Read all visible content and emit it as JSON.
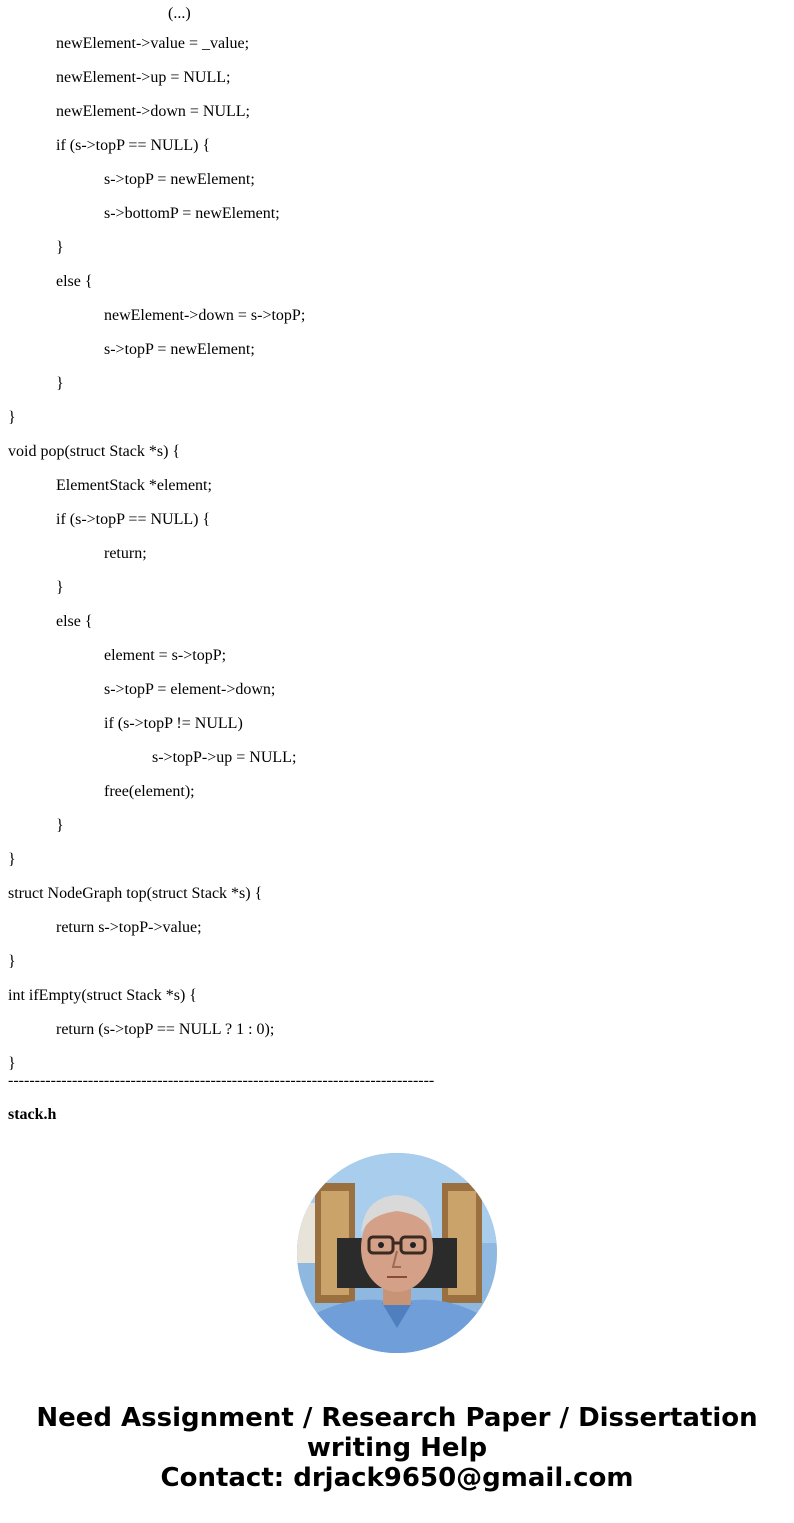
{
  "code": {
    "partial_line": "(...)",
    "lines": [
      {
        "indent": 1,
        "text": "newElement->value = _value;"
      },
      {
        "indent": 1,
        "text": "newElement->up = NULL;"
      },
      {
        "indent": 1,
        "text": "newElement->down = NULL;"
      },
      {
        "indent": 1,
        "text": "if (s->topP == NULL) {"
      },
      {
        "indent": 2,
        "text": "s->topP = newElement;"
      },
      {
        "indent": 2,
        "text": "s->bottomP = newElement;"
      },
      {
        "indent": 1,
        "text": "}"
      },
      {
        "indent": 1,
        "text": "else {"
      },
      {
        "indent": 2,
        "text": "newElement->down = s->topP;"
      },
      {
        "indent": 2,
        "text": "s->topP = newElement;"
      },
      {
        "indent": 1,
        "text": "}"
      },
      {
        "indent": 0,
        "text": "}"
      },
      {
        "indent": 0,
        "text": "void pop(struct Stack *s) {"
      },
      {
        "indent": 1,
        "text": "ElementStack *element;"
      },
      {
        "indent": 1,
        "text": "if (s->topP == NULL) {"
      },
      {
        "indent": 2,
        "text": "return;"
      },
      {
        "indent": 1,
        "text": "}"
      },
      {
        "indent": 1,
        "text": "else {"
      },
      {
        "indent": 2,
        "text": "element = s->topP;"
      },
      {
        "indent": 2,
        "text": "s->topP = element->down;"
      },
      {
        "indent": 2,
        "text": "if (s->topP != NULL)"
      },
      {
        "indent": 3,
        "text": "s->topP->up = NULL;"
      },
      {
        "indent": 2,
        "text": "free(element);"
      },
      {
        "indent": 1,
        "text": "}"
      },
      {
        "indent": 0,
        "text": "}"
      },
      {
        "indent": 0,
        "text": "struct NodeGraph top(struct Stack *s) {"
      },
      {
        "indent": 1,
        "text": "return s->topP->value;"
      },
      {
        "indent": 0,
        "text": "}"
      },
      {
        "indent": 0,
        "text": "int ifEmpty(struct Stack *s) {"
      },
      {
        "indent": 1,
        "text": "return (s->topP == NULL ? 1 : 0);"
      },
      {
        "indent": 0,
        "text": "}"
      }
    ]
  },
  "separator": "--------------------------------------------------------------------------------",
  "file_heading": "stack.h",
  "avatar": {
    "icon": "author-photo"
  },
  "promo": {
    "line1": "Need Assignment / Research Paper / Dissertation",
    "line2": "writing Help",
    "line3": "Contact: drjack9650@gmail.com"
  }
}
